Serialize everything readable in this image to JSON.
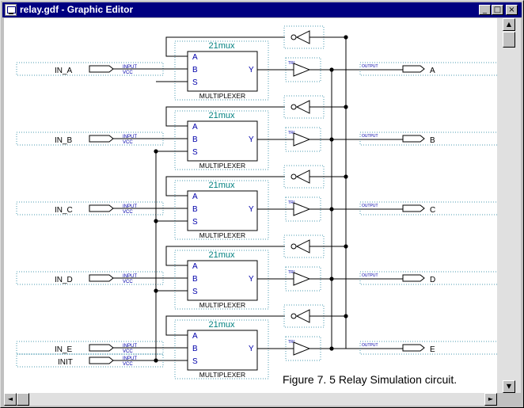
{
  "window": {
    "title": "relay.gdf - Graphic Editor",
    "controls": {
      "minimize": "_",
      "maximize": "□",
      "close": "×"
    }
  },
  "icons": {
    "app": "graphic-editor-icon",
    "scroll_up": "▲",
    "scroll_down": "▼",
    "scroll_left": "◄",
    "scroll_right": "►"
  },
  "colors": {
    "titlebar": "#000080",
    "wire": "#000000",
    "symbol_name": "#008080",
    "pin_label": "#0000aa",
    "dotted_box": "#4b9bb0"
  },
  "schematic": {
    "mux_name": "21mux",
    "mux_type": "MULTIPLEXER",
    "mux_pins": [
      "A",
      "B",
      "S"
    ],
    "mux_out": "Y",
    "input_tag": "INPUT",
    "vcc_tag": "VCC",
    "output_tag": "OUTPUT",
    "buf_tag": "TRI",
    "inputs": [
      "IN_A",
      "IN_B",
      "IN_C",
      "IN_D",
      "IN_E"
    ],
    "control_input": "INIT",
    "outputs": [
      "A",
      "B",
      "C",
      "D",
      "E"
    ]
  },
  "caption": "Figure 7. 5 Relay Simulation circuit."
}
